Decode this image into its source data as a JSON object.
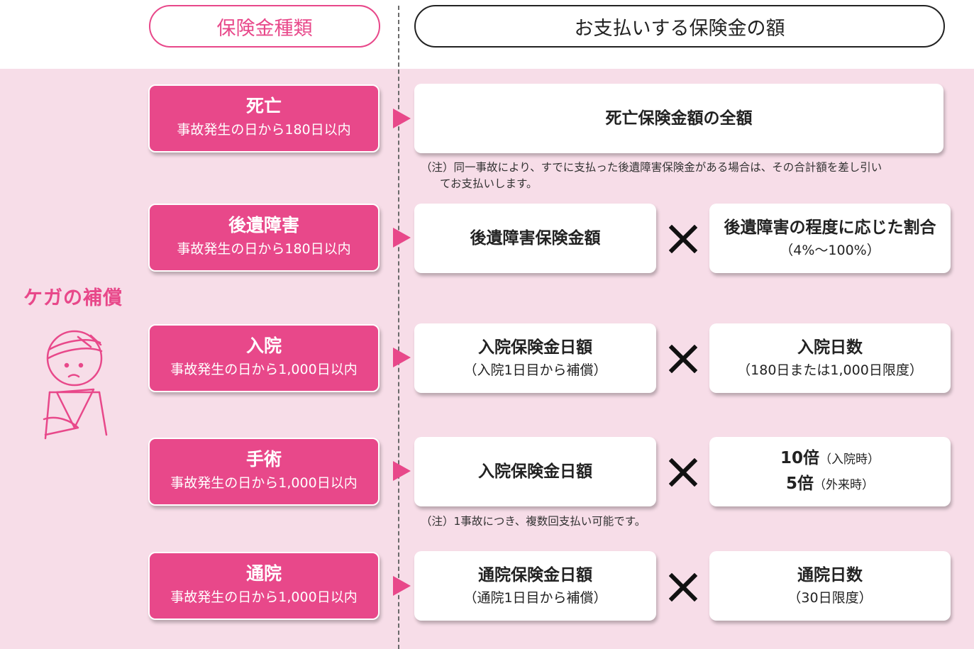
{
  "header": {
    "left": "保険金種類",
    "right": "お支払いする保険金の額"
  },
  "sidebar": {
    "title": "ケガの補償",
    "icon": "injured-person-icon"
  },
  "colors": {
    "accent": "#e8488a",
    "background": "#f7dde8"
  },
  "rows": {
    "death": {
      "type": "死亡",
      "period": "事故発生の日から180日以内",
      "amount": "死亡保険金額の全額",
      "note_line1": "（注）同一事故により、すでに支払った後遺障害保険金がある場合は、その合計額を差し引い",
      "note_line2": "てお支払いします。"
    },
    "disability": {
      "type": "後遺障害",
      "period": "事故発生の日から180日以内",
      "amount": "後遺障害保険金額",
      "factor": "後遺障害の程度に応じた割合",
      "factor_sub": "（4%～100%）"
    },
    "hospital": {
      "type": "入院",
      "period": "事故発生の日から1,000日以内",
      "amount": "入院保険金日額",
      "amount_sub": "（入院1日目から補償）",
      "factor": "入院日数",
      "factor_sub": "（180日または1,000日限度）"
    },
    "surgery": {
      "type": "手術",
      "period": "事故発生の日から1,000日以内",
      "amount": "入院保険金日額",
      "factor_line1_value": "10倍",
      "factor_line1_label": "（入院時）",
      "factor_line2_value": "5倍",
      "factor_line2_label": "（外来時）",
      "note": "（注）1事故につき、複数回支払い可能です。"
    },
    "outpatient": {
      "type": "通院",
      "period": "事故発生の日から1,000日以内",
      "amount": "通院保険金日額",
      "amount_sub": "（通院1日目から補償）",
      "factor": "通院日数",
      "factor_sub": "（30日限度）"
    }
  }
}
